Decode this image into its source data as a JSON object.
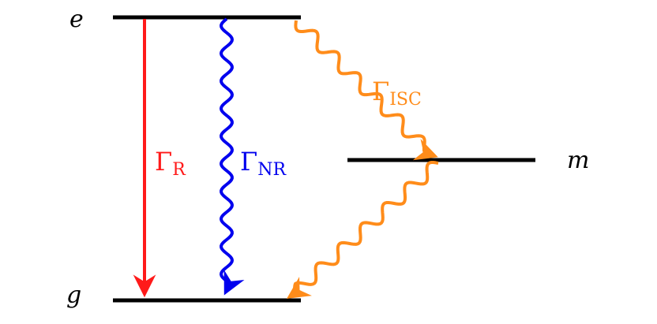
{
  "levels": {
    "excited": "e",
    "ground": "g",
    "metastable": "m"
  },
  "rates": {
    "radiative": {
      "symbol": "Γ",
      "subscript": "R",
      "color": "#ff1a1a"
    },
    "nonradiative": {
      "symbol": "Γ",
      "subscript": "NR",
      "color": "#0000ee"
    },
    "isc": {
      "symbol": "Γ",
      "subscript": "ISC",
      "color": "#ff8c1a"
    }
  },
  "colors": {
    "level_line": "#000000"
  }
}
